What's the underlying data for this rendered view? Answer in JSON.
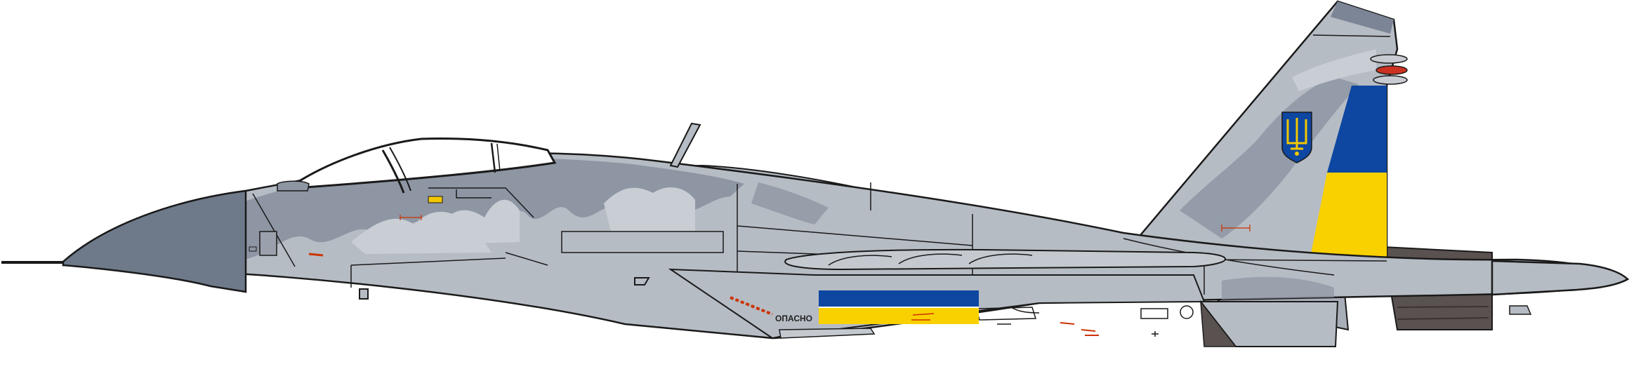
{
  "colors": {
    "background": "#ffffff",
    "fuselage_light": "#b6bcc4",
    "camo_dark": "#8e96a4",
    "camo_light": "#c9ced5",
    "radome": "#6e7a8a",
    "canopy": "#ffffff",
    "engine_nozzle": "#5a5250",
    "flag_blue": "#0d47a1",
    "flag_yellow": "#f9d100",
    "trident_gold": "#f2c700",
    "outline": "#1a1a1a",
    "warning_red": "#cc3300"
  },
  "markings": {
    "danger_stencil": "ОПАСНО",
    "fin_emblem_icon": "trident-icon",
    "fin_flag": "ukraine-flag",
    "fuselage_flag": "ukraine-flag"
  }
}
